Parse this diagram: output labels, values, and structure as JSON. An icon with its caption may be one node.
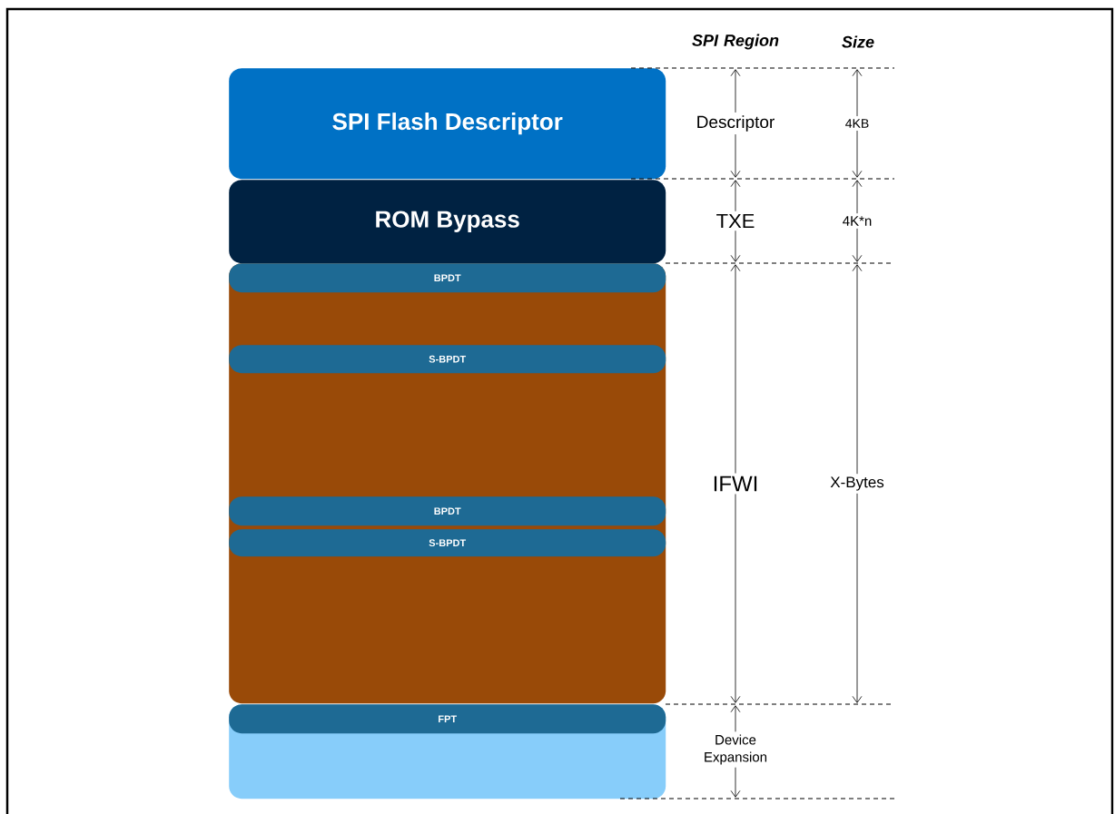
{
  "diagram": {
    "nodes": [
      {
        "text": [
          "SPI Flash Descriptor"
        ]
      },
      {
        "text": [
          "ROM Bypass"
        ]
      },
      {
        "text": [],
        "shape": "box"
      },
      {
        "text": [
          "BPDT"
        ],
        "in": 2
      },
      {
        "text": [
          "S-BPDT"
        ],
        "in": 2
      },
      {
        "text": [
          "BPDT"
        ],
        "in": 2
      },
      {
        "text": [
          "S-BPDT"
        ],
        "in": 2
      },
      {
        "text": [],
        "shape": "box"
      },
      {
        "text": [
          "FPT"
        ],
        "in": 7
      }
    ],
    "labels": [
      "SPI Region",
      "Size",
      "Descriptor",
      "4KB",
      "TXE",
      "4K*n",
      "IFWI",
      "X-Bytes",
      "Device Expansion"
    ]
  }
}
